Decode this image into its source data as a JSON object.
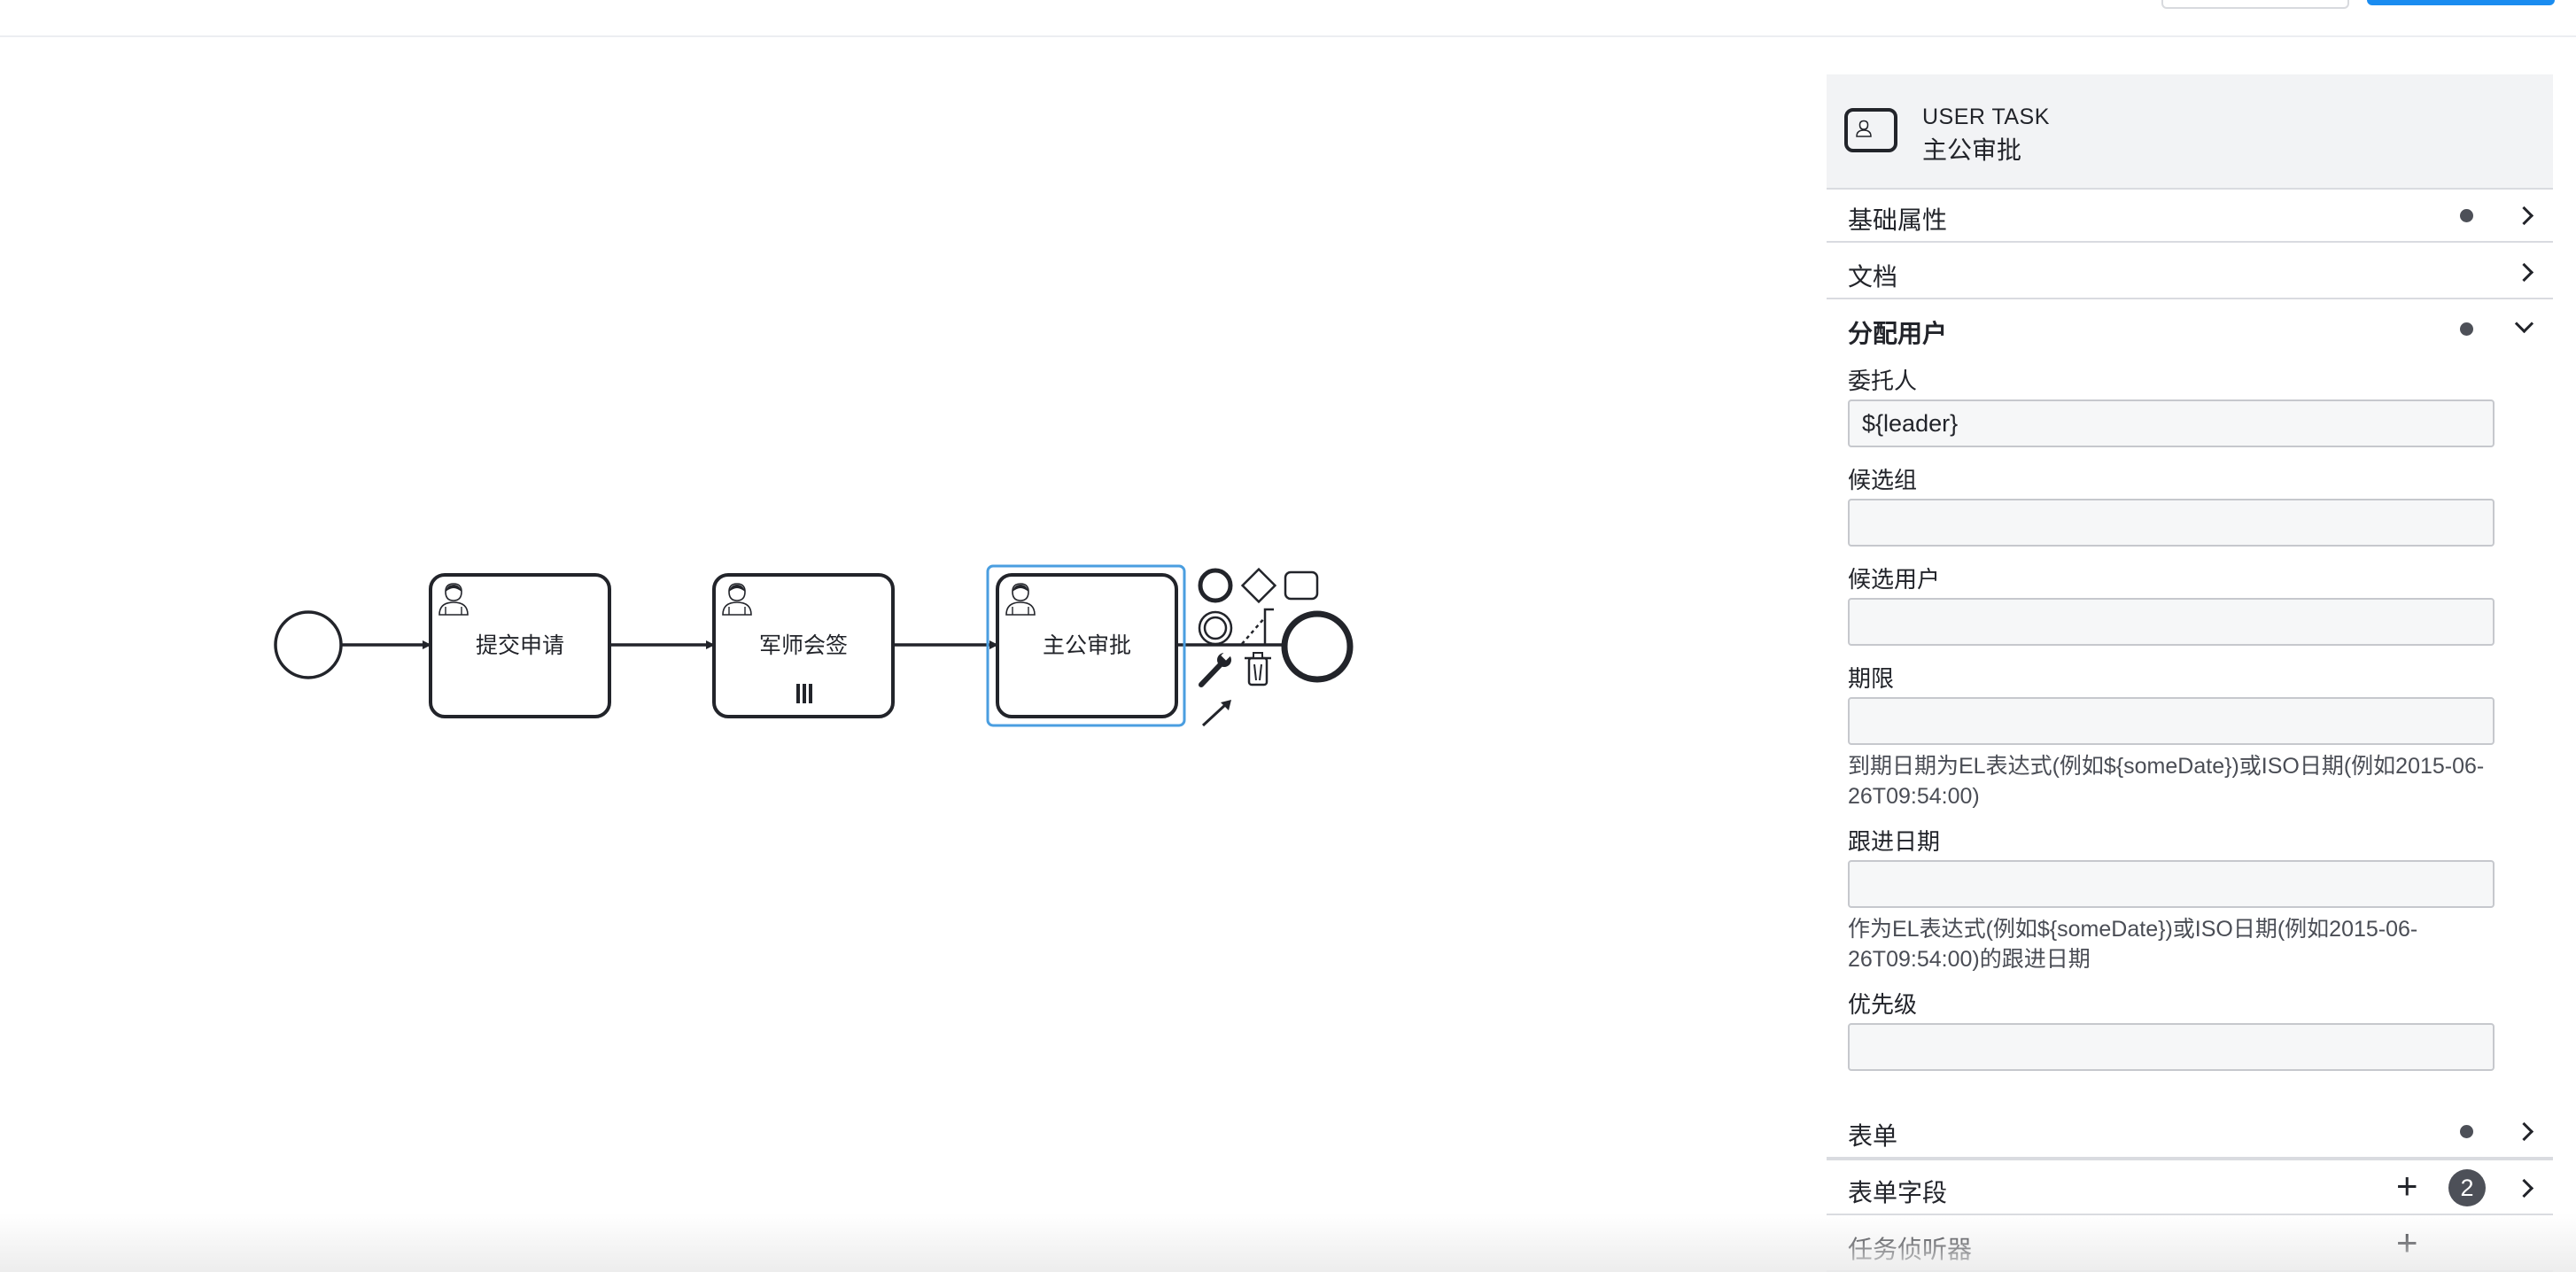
{
  "diagram": {
    "tasks": [
      {
        "label": "提交申请"
      },
      {
        "label": "军师会签",
        "marker": "parallel-multi-instance-icon"
      },
      {
        "label": "主公审批",
        "selected": true
      }
    ],
    "colors": {
      "stroke": "#22242a",
      "selection": "#4a9ee0"
    }
  },
  "panel": {
    "header": {
      "type": "USER TASK",
      "name": "主公审批"
    },
    "groups": {
      "basic": "基础属性",
      "docs": "文档",
      "assignment": "分配用户",
      "form": "表单",
      "form_fields": "表单字段",
      "form_fields_count": "2",
      "listeners": "任务侦听器"
    },
    "fields": {
      "assignee": {
        "label": "委托人",
        "value": "${leader}"
      },
      "candidate_groups": {
        "label": "候选组",
        "value": ""
      },
      "candidate_users": {
        "label": "候选用户",
        "value": ""
      },
      "due_date": {
        "label": "期限",
        "value": "",
        "desc": "到期日期为EL表达式(例如${someDate})或ISO日期(例如2015-06-26T09:54:00)"
      },
      "follow_up": {
        "label": "跟进日期",
        "value": "",
        "desc": "作为EL表达式(例如${someDate})或ISO日期(例如2015-06-26T09:54:00)的跟进日期"
      },
      "priority": {
        "label": "优先级",
        "value": ""
      }
    }
  }
}
